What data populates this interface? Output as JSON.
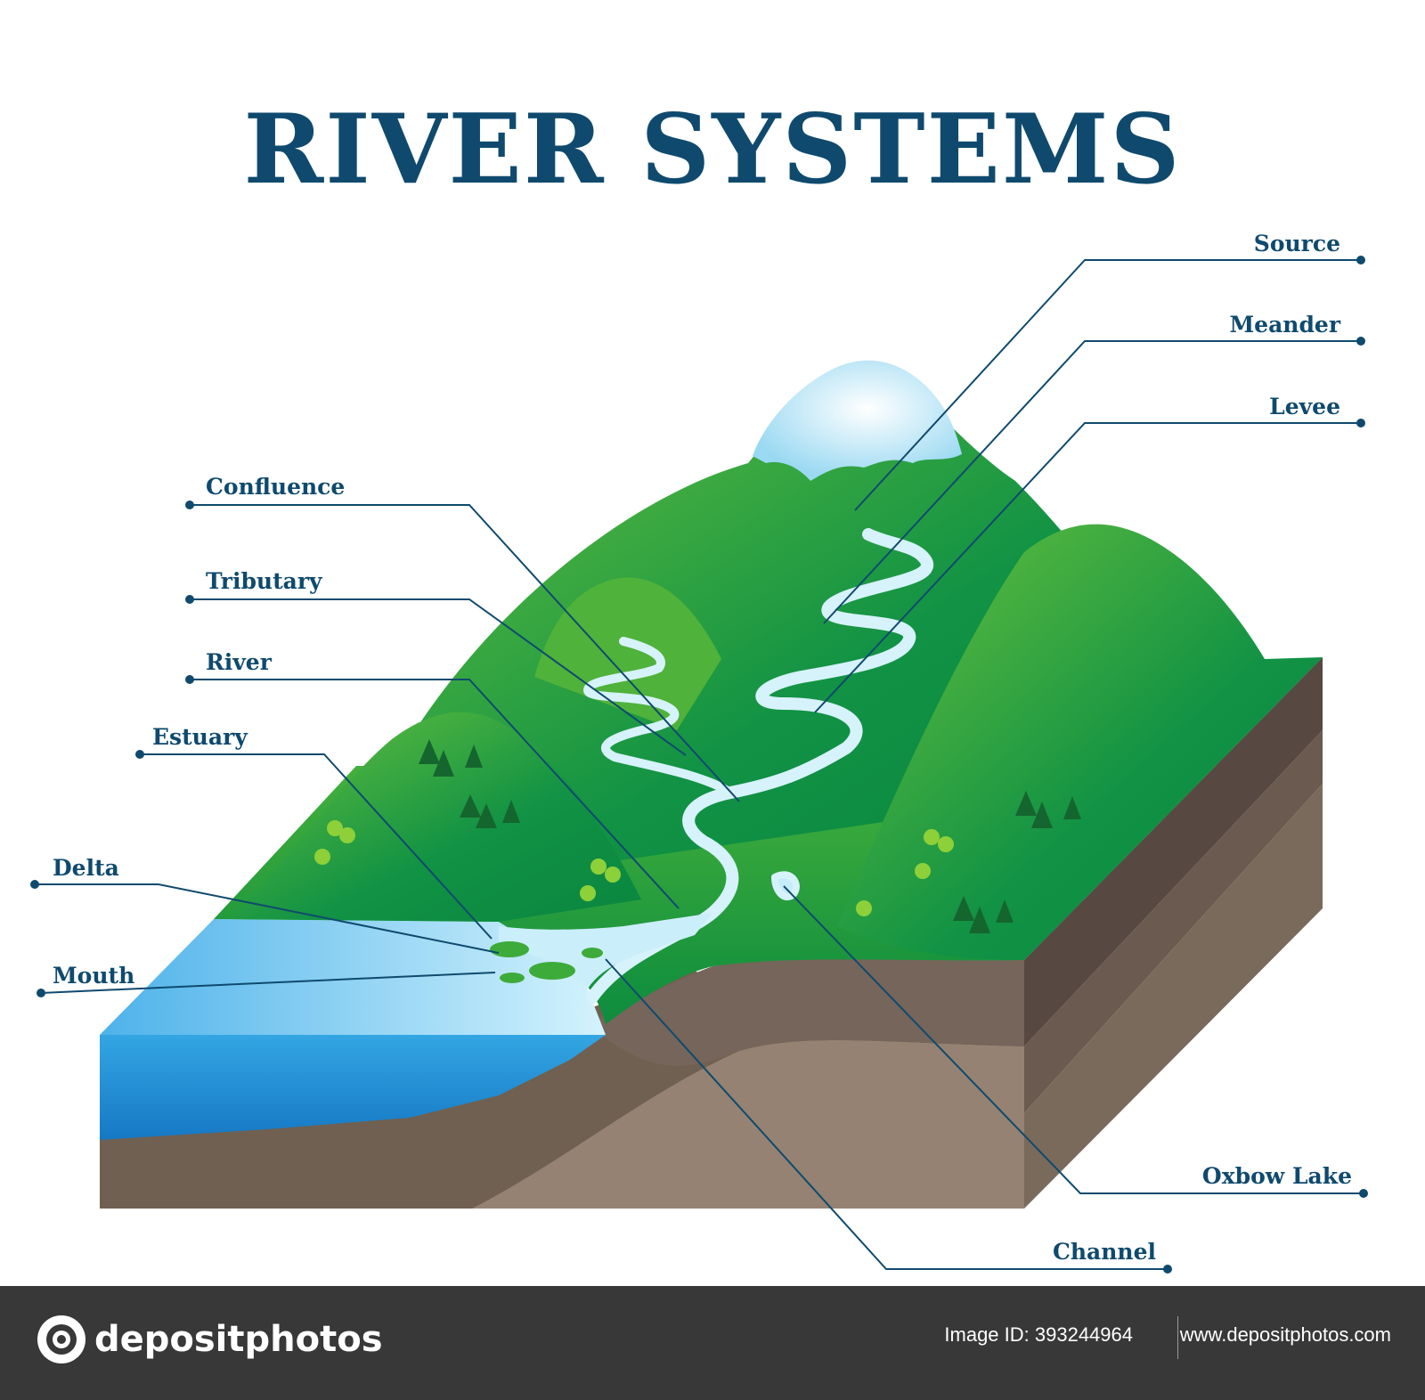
{
  "title": "RIVER SYSTEMS",
  "labels": {
    "source": "Source",
    "meander": "Meander",
    "levee": "Levee",
    "confluence": "Confluence",
    "tributary": "Tributary",
    "river": "River",
    "estuary": "Estuary",
    "delta": "Delta",
    "mouth": "Mouth",
    "oxbow_lake": "Oxbow Lake",
    "channel": "Channel"
  },
  "footer": {
    "brand": "depositphotos",
    "image_id": "Image ID: 393244964",
    "site": "www.depositphotos.com"
  },
  "watermark": "depositphotos",
  "colors": {
    "title": "#0f4a6e",
    "grass": "#1e9a3c",
    "water": "#2fa4de",
    "soil": "#7a6656",
    "snow": "#d6f1fb",
    "footer_bg": "#383838"
  }
}
